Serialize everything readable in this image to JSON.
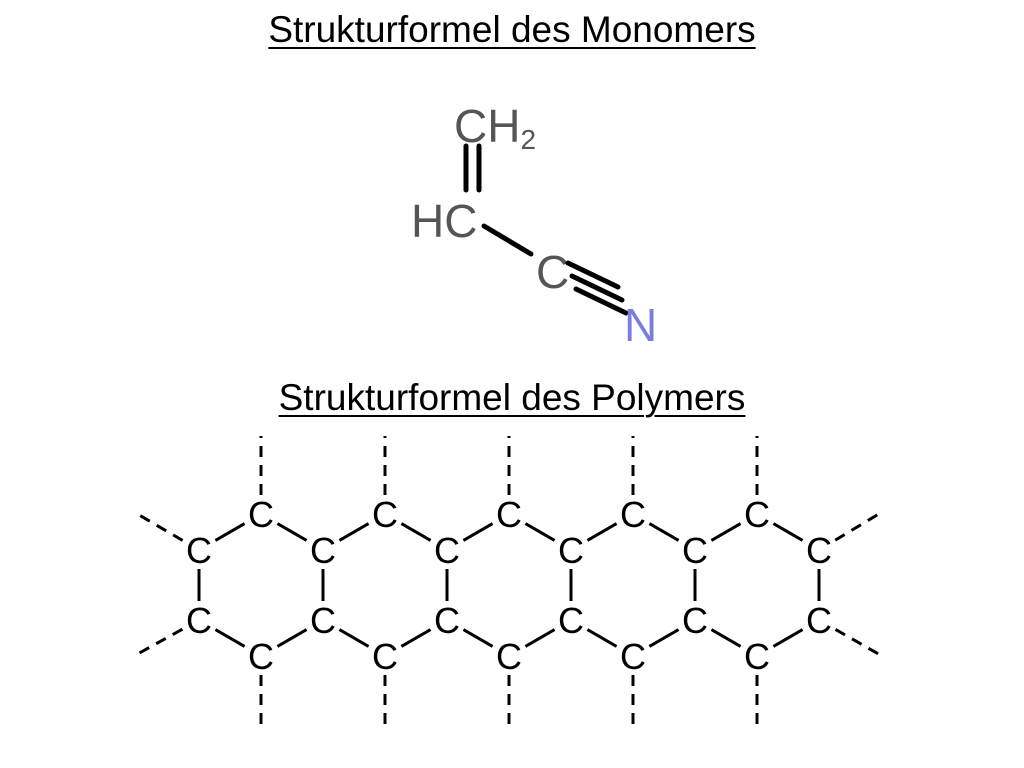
{
  "titles": {
    "monomer": "Strukturformel des Monomers",
    "polymer": "Strukturformel des Polymers"
  },
  "monomer": {
    "ch2": "CH",
    "ch2_subscript": "2",
    "hc": "HC",
    "c": "C",
    "n": "N",
    "colors": {
      "atoms": "#555555",
      "nitrogen": "#7a7de0"
    }
  },
  "polymer": {
    "atom_symbol": "C",
    "ring_count": 5,
    "atom_color": "#000000"
  }
}
